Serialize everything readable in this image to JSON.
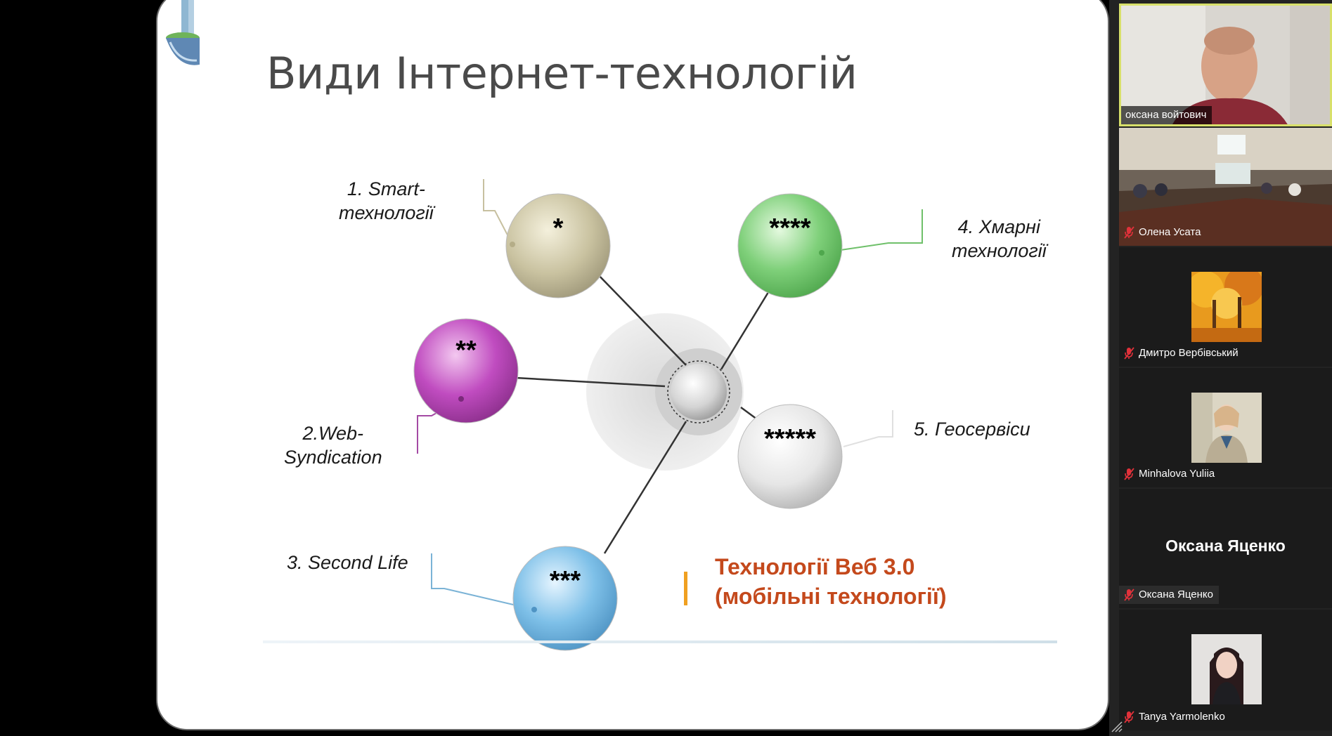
{
  "slide": {
    "title": "Види Інтернет-технологій",
    "nodes": [
      {
        "stars": "*",
        "label_lines": [
          "1. Smart-",
          "технології"
        ]
      },
      {
        "stars": "**",
        "label_lines": [
          "2.Web-",
          "Syndication"
        ]
      },
      {
        "stars": "***",
        "label_lines": [
          "3. Second Life"
        ]
      },
      {
        "stars": "****",
        "label_lines": [
          "4. Хмарні",
          "технології"
        ]
      },
      {
        "stars": "*****",
        "label_lines": [
          "5. Геосервіси"
        ]
      }
    ],
    "footer_lines": [
      "Технології Веб 3.0",
      "(мобільні технології)"
    ],
    "colors": {
      "node1": "#c9c2a0",
      "node2": "#c04cc0",
      "node3": "#7ec0e8",
      "node4": "#7fd07a",
      "node5": "#e6e6e6",
      "footer": "#c4491c",
      "accent_bar": "#f0a020"
    }
  },
  "participants": [
    {
      "name": "оксана войтович",
      "active": true,
      "muted": false,
      "video": "camera-man"
    },
    {
      "name": "Олена Усата",
      "active": false,
      "muted": true,
      "video": "classroom"
    },
    {
      "name": "Дмитро Вербівський",
      "active": false,
      "muted": true,
      "video": "autumn-trees"
    },
    {
      "name": "Minhalova Yuliia",
      "active": false,
      "muted": true,
      "video": "woman-portrait"
    },
    {
      "name": "Оксана Яценко",
      "display_name": "Оксана Яценко",
      "active": false,
      "muted": true,
      "video": "none"
    },
    {
      "name": "Tanya Yarmolenko",
      "active": false,
      "muted": true,
      "video": "girl-portrait"
    }
  ]
}
